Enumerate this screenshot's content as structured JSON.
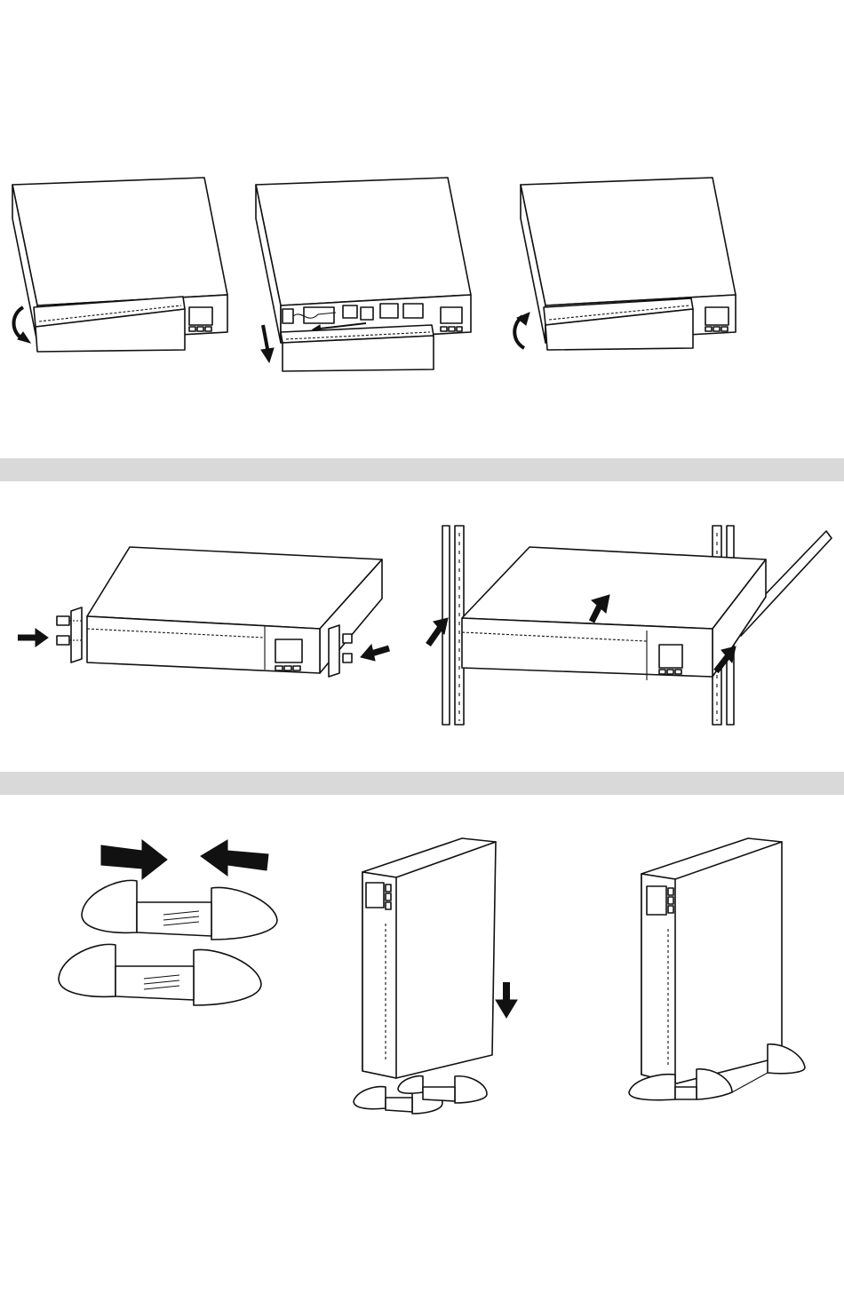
{
  "figures": {
    "step_row": [
      {
        "name": "remove-front-panel",
        "rotation_arrow": "counterclockwise-arrow-icon"
      },
      {
        "name": "connect-internal-battery",
        "pull_arrow": "down-arrow-icon"
      },
      {
        "name": "reinstall-front-panel",
        "rotation_arrow": "clockwise-arrow-icon"
      }
    ],
    "rack_row": [
      {
        "name": "attach-rack-ears",
        "arrows": [
          "right-arrow-icon",
          "left-arrow-icon"
        ]
      },
      {
        "name": "slide-into-rack",
        "arrows": [
          "up-arrow-icon",
          "up-right-arrow-icon"
        ]
      }
    ],
    "tower_row": [
      {
        "name": "join-tower-stands",
        "arrows": [
          "right-arrow-icon",
          "left-arrow-icon"
        ]
      },
      {
        "name": "lower-ups-onto-stands",
        "arrows": [
          "down-arrow-icon"
        ]
      },
      {
        "name": "ups-standing-on-stands",
        "arrows": []
      }
    ]
  },
  "section_bands": {
    "color": "#d9d9d9",
    "count": 2
  },
  "colors": {
    "line": "#111111",
    "fill": "#ffffff"
  }
}
